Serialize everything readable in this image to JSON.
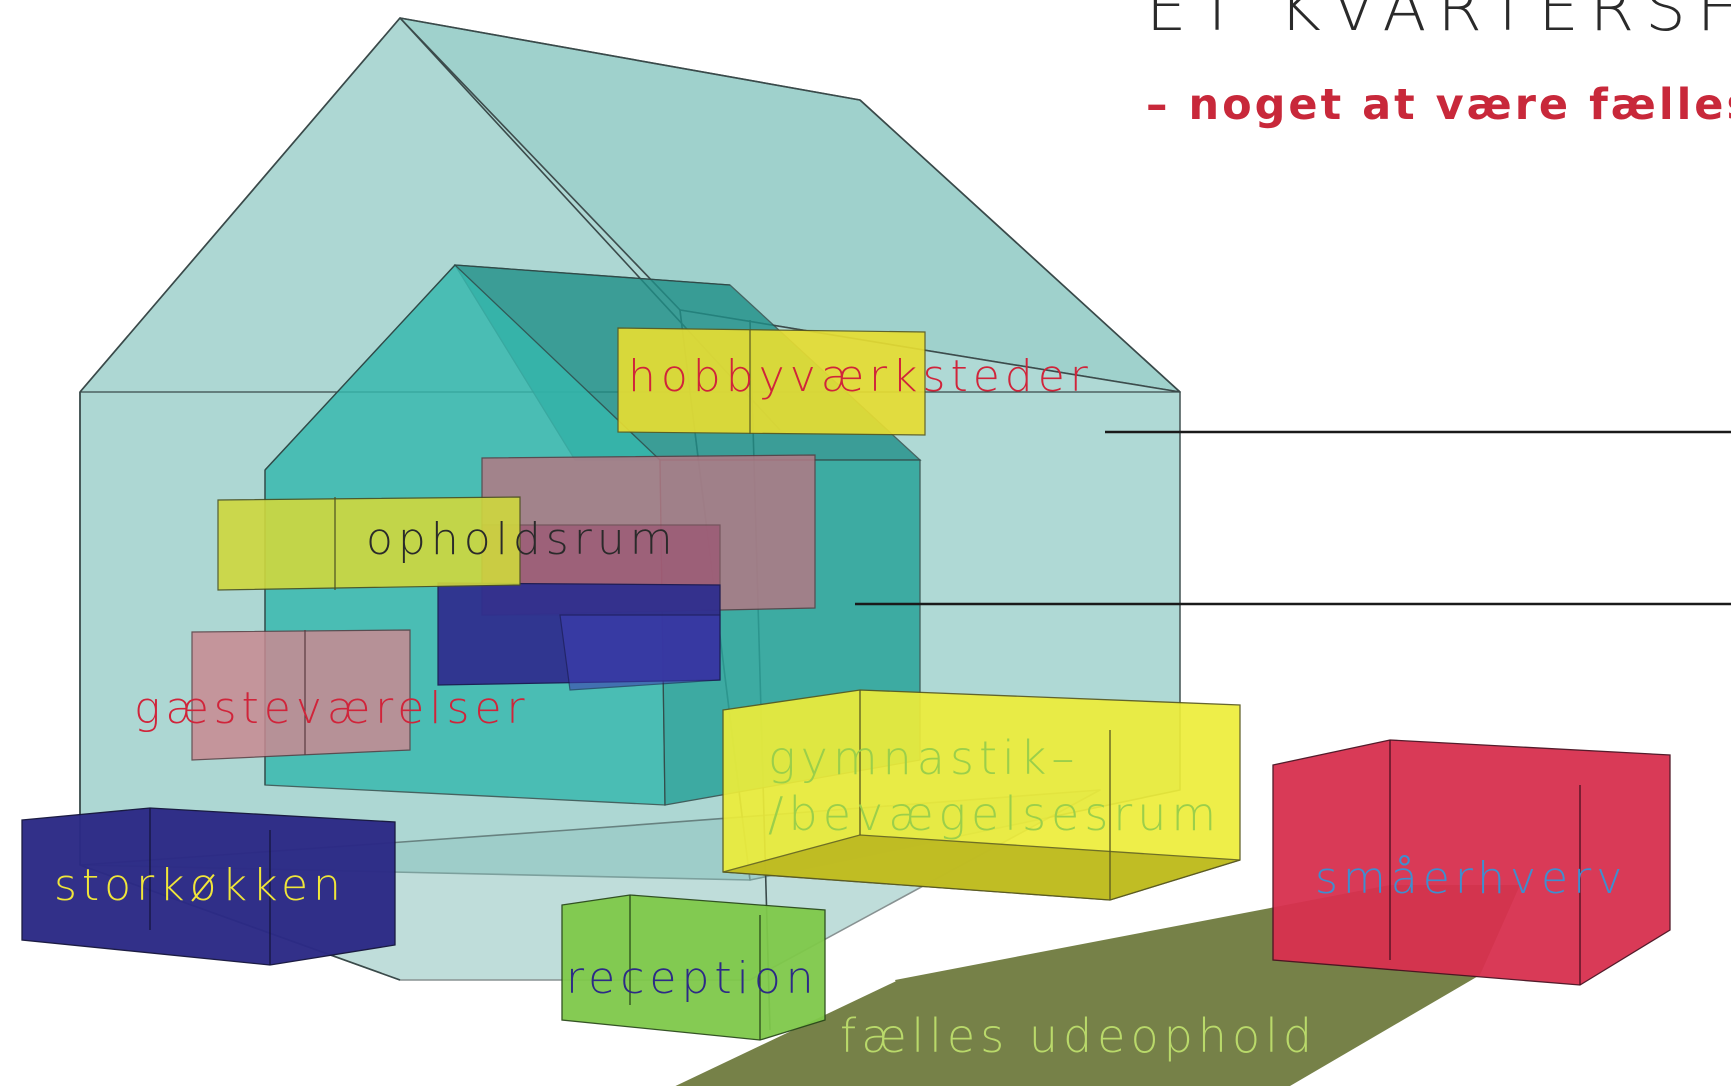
{
  "header": {
    "title": "ET KVARTERSHU",
    "subtitle": "– noget at være fælles"
  },
  "labels": {
    "hobby": "hobbyværksteder",
    "ophold": "opholdsrum",
    "gaeste": "gæsteværelser",
    "gym_line1": "gymnastik–",
    "gym_line2": "/bevægelsesrum",
    "stor": "storkøkken",
    "reception": "reception",
    "smaa": "småerhverv",
    "faelles": "fælles udeophold"
  },
  "colors": {
    "outer_house": "#8fc9c4",
    "inner_house": "#2fb3ab",
    "yellow_box": "#e6e62e",
    "pink_box": "#c98a92",
    "navy_box": "#2b2a86",
    "green_box": "#7fc94a",
    "red_box": "#d8304f",
    "ground_strip": "#6f7a3e",
    "title_color": "#2a2a2a",
    "subtitle_color": "#c8283a"
  }
}
